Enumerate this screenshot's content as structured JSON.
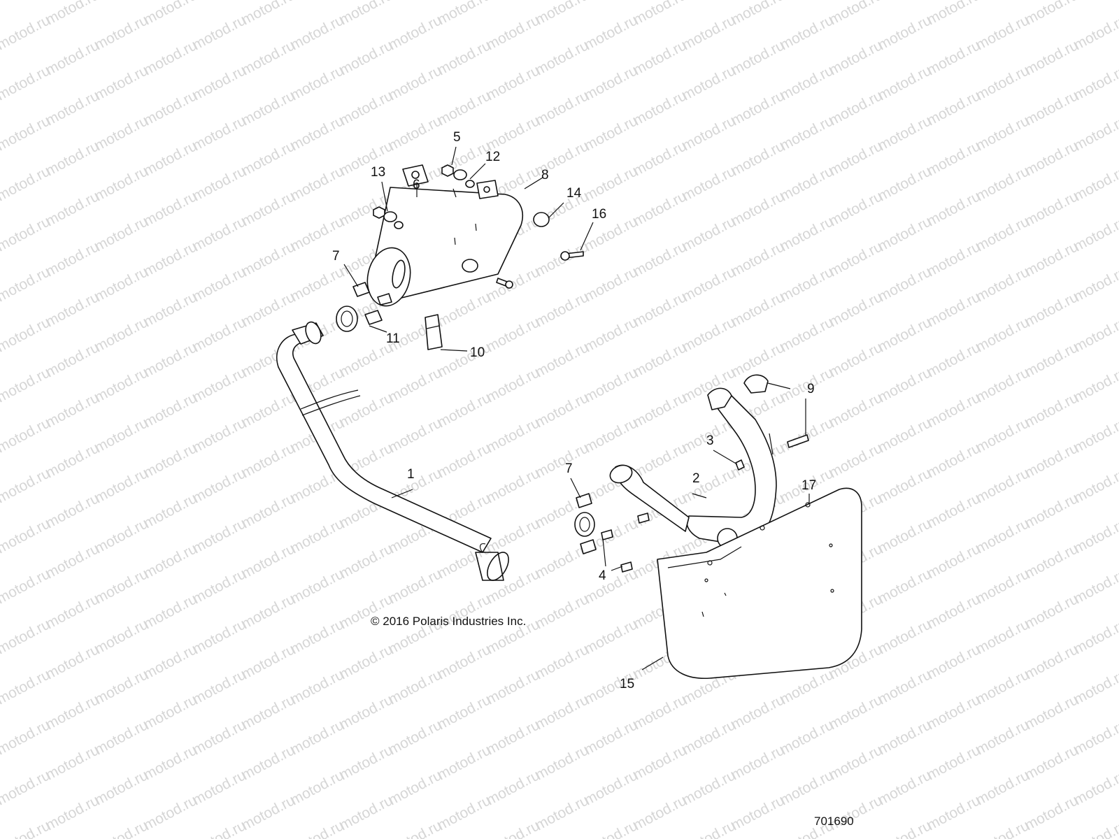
{
  "watermark": {
    "text": "motod.ru",
    "color": "#d6d6d6"
  },
  "copyright": "© 2016 Polaris Industries Inc.",
  "document_number": "701690",
  "callouts": [
    {
      "id": "c1",
      "label": "1"
    },
    {
      "id": "c2",
      "label": "2"
    },
    {
      "id": "c3",
      "label": "3"
    },
    {
      "id": "c4",
      "label": "4"
    },
    {
      "id": "c5",
      "label": "5"
    },
    {
      "id": "c6",
      "label": "6"
    },
    {
      "id": "c7a",
      "label": "7"
    },
    {
      "id": "c7b",
      "label": "7"
    },
    {
      "id": "c8",
      "label": "8"
    },
    {
      "id": "c9",
      "label": "9"
    },
    {
      "id": "c10",
      "label": "10"
    },
    {
      "id": "c11",
      "label": "11"
    },
    {
      "id": "c12",
      "label": "12"
    },
    {
      "id": "c13",
      "label": "13"
    },
    {
      "id": "c14",
      "label": "14"
    },
    {
      "id": "c15",
      "label": "15"
    },
    {
      "id": "c16",
      "label": "16"
    },
    {
      "id": "c17",
      "label": "17"
    }
  ]
}
